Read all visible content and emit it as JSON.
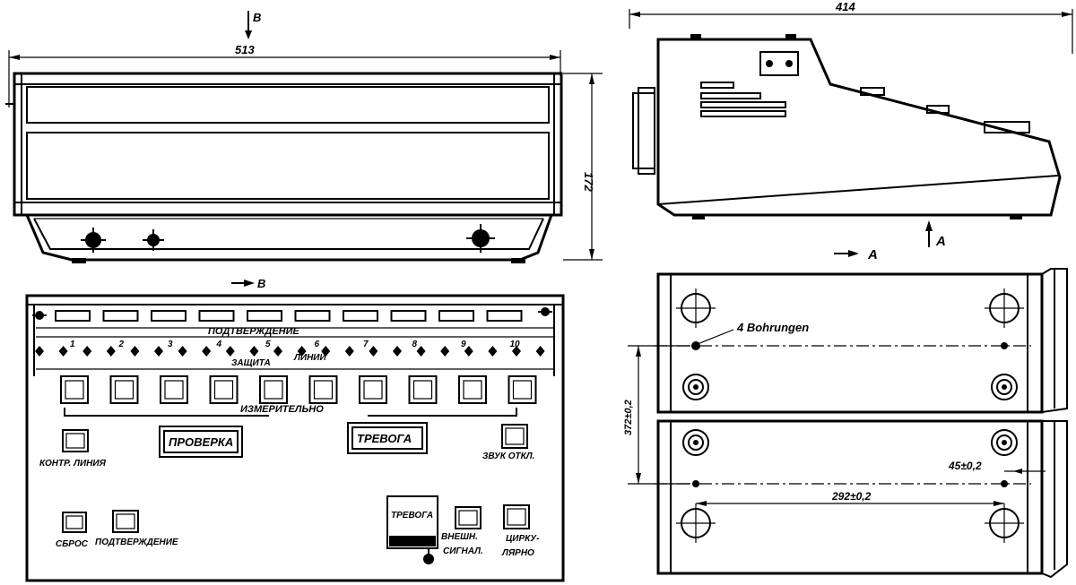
{
  "dimensions": {
    "front_width": "513",
    "front_height": "172",
    "side_depth": "414",
    "hole_spacing_v": "372±0,2",
    "hole_spacing_h": "292±0,2",
    "edge_offset": "45±0,2"
  },
  "view_markers": {
    "b_top": "B",
    "b_arrow": "B",
    "a_side": "A",
    "a_arrow": "A"
  },
  "bottom_view": {
    "holes_note": "4 Bohrungen"
  },
  "panel": {
    "confirm_row": "ПОДТВЕРЖДЕНИЕ",
    "line_protection_1": "ЗАЩИТА",
    "line_protection_2": "ЛИНИЙ",
    "measuring": "ИЗМЕРИТЕЛЬНО",
    "check_label": "ПРОВЕРКА",
    "alarm_label": "ТРЕВОГА",
    "control_line": "КОНТР. ЛИНИЯ",
    "sound_off": "ЗВУК ОТКЛ.",
    "reset": "СБРОС",
    "confirmation": "ПОДТВЕРЖДЕНИЕ",
    "alarm_box": "ТРЕВОГА",
    "external_signal_1": "ВНЕШН.",
    "external_signal_2": "СИГНАЛ.",
    "cyclic_1": "ЦИРКУ-",
    "cyclic_2": "ЛЯРНО",
    "channels": [
      "1",
      "2",
      "3",
      "4",
      "5",
      "6",
      "7",
      "8",
      "9",
      "10"
    ]
  }
}
